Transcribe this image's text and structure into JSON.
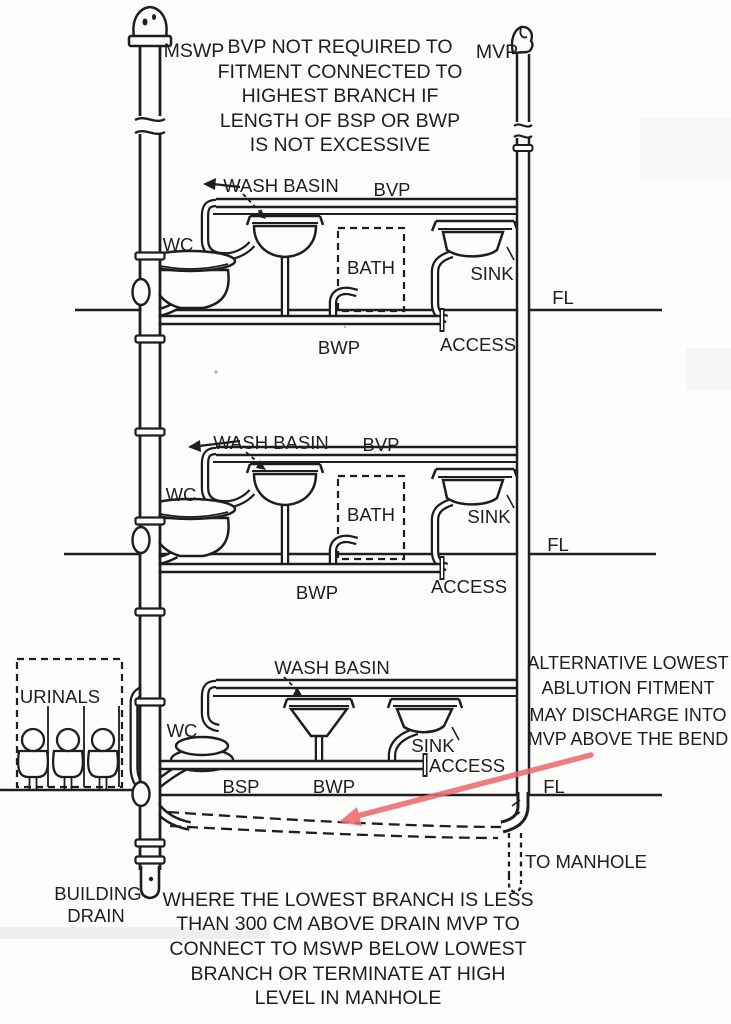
{
  "colors": {
    "ink": "#1e1e1e",
    "arrow_red": "#ed6a6d",
    "paper": "#fdfdfc"
  },
  "stacks": {
    "mswp_label": "MSWP",
    "mvp_label": "MVP"
  },
  "notes": {
    "top_note": {
      "lines": [
        "BVP NOT REQUIRED TO",
        "FITMENT CONNECTED TO",
        "HIGHEST BRANCH IF",
        "LENGTH OF BSP OR BWP",
        "IS NOT EXCESSIVE"
      ]
    },
    "alternative_note": {
      "lines": [
        "ALTERNATIVE LOWEST",
        "ABLUTION FITMENT",
        "MAY DISCHARGE INTO",
        "MVP ABOVE THE BEND"
      ]
    },
    "bottom_note": {
      "lines": [
        "WHERE THE LOWEST BRANCH IS LESS",
        "THAN 300 CM ABOVE DRAIN MVP TO",
        "CONNECT TO MSWP BELOW LOWEST",
        "BRANCH OR TERMINATE AT HIGH",
        "LEVEL IN MANHOLE"
      ]
    }
  },
  "floors": [
    {
      "labels": {
        "wash_basin": "WASH BASIN",
        "bvp": "BVP",
        "wc": "WC",
        "bath": "BATH",
        "sink": "SINK",
        "fl": "FL",
        "bwp": "BWP",
        "access": "ACCESS"
      }
    },
    {
      "labels": {
        "wash_basin": "WASH BASIN",
        "bvp": "BVP",
        "wc": "WC",
        "bath": "BATH",
        "sink": "SINK",
        "fl": "FL",
        "bwp": "BWP",
        "access": "ACCESS"
      }
    },
    {
      "labels": {
        "urinals": "URINALS",
        "wash_basin": "WASH BASIN",
        "wc": "WC",
        "sink": "SINK",
        "access": "ACCESS",
        "bsp": "BSP",
        "bwp": "BWP",
        "fl": "FL"
      }
    }
  ],
  "drain": {
    "to_manhole": "TO MANHOLE",
    "building_drain_line1": "BUILDING",
    "building_drain_line2": "DRAIN"
  }
}
